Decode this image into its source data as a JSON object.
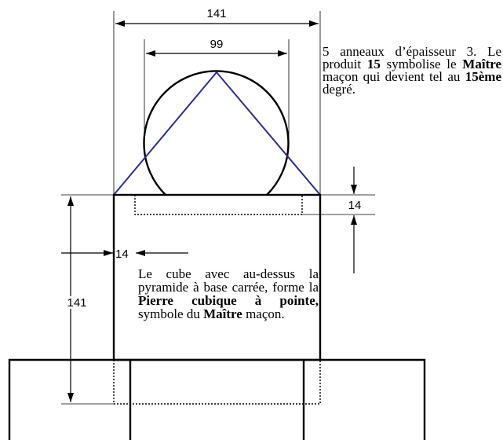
{
  "dimensions": {
    "outer_width": "141",
    "circle_diameter": "99",
    "ring_thickness_right": "14",
    "ring_thickness_left": "14",
    "cube_height": "141"
  },
  "note_top": {
    "part1": "5 anneaux d’épaisseur 3. Le produit ",
    "bold1": "15",
    "part2": " symbolise le ",
    "bold2": "Maître",
    "part3": " maçon qui devient tel au ",
    "bold3": "15ème",
    "part4": " degré."
  },
  "note_cube": {
    "part1": "Le cube avec au-dessus la pyramide à base carrée, forme la ",
    "bold1": "Pierre cubique à pointe,",
    "part2": " symbole du ",
    "bold2": "Maître",
    "part3": " maçon."
  },
  "colors": {
    "pyramid": "#2b2e8c",
    "lines": "#000000"
  }
}
